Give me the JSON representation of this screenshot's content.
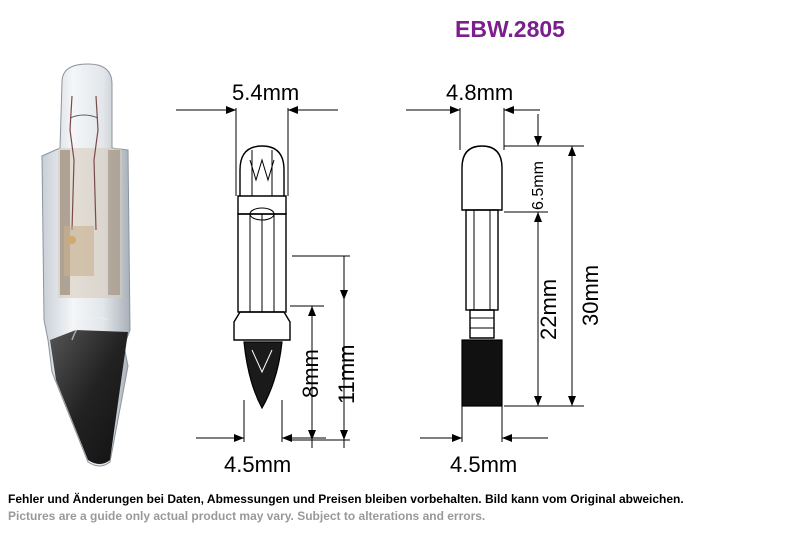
{
  "title": "EBW.2805",
  "dimensions": {
    "top_left": "5.4mm",
    "top_right": "4.8mm",
    "bottom_left": "4.5mm",
    "bottom_right": "4.5mm",
    "v_8mm": "8mm",
    "v_11mm": "11mm",
    "v_6_5mm": "6.5mm",
    "v_22mm": "22mm",
    "v_30mm": "30mm"
  },
  "disclaimer": {
    "de": "Fehler und Änderungen bei Daten, Abmessungen und Preisen bleiben vorbehalten. Bild kann vom Original abweichen.",
    "en": "Pictures are a guide only actual product may vary. Subject to alterations and errors."
  },
  "colors": {
    "title": "#7a1f8c",
    "disclaimer_en": "#999999"
  }
}
